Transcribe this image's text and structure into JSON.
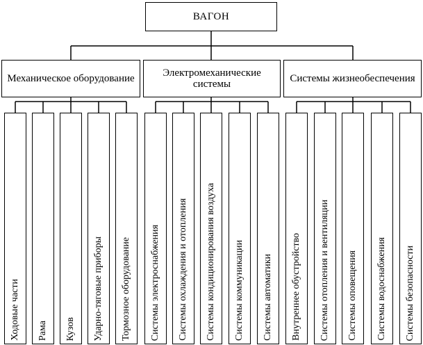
{
  "root": {
    "label": "ВАГОН"
  },
  "categories": [
    {
      "label": "Механическое оборудование",
      "items": [
        "Ходовые части",
        "Рама",
        "Кузов",
        "Ударно-тяговые приборы",
        "Тормозное оборудование"
      ]
    },
    {
      "label": "Электромеханические системы",
      "items": [
        "Системы электроснабжения",
        "Системы охлаждения и отопления",
        "Системы кондиционирования воздуха",
        "Системы коммуникации",
        "Системы автоматики"
      ]
    },
    {
      "label": "Системы жизнеобеспечения",
      "items": [
        "Внутреннее обустройство",
        "Системы отопления и вентиляции",
        "Системы оповещения",
        "Системы водоснабжения",
        "Системы безопасности"
      ]
    }
  ]
}
